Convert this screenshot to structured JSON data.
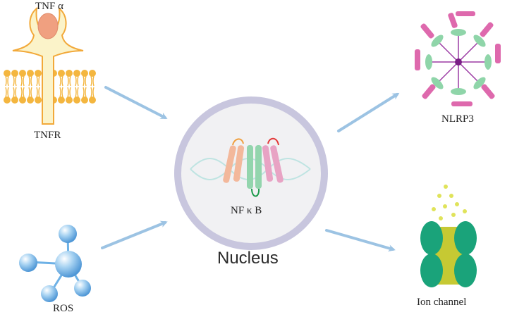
{
  "labels": {
    "tnf": "TNF α",
    "tnfr": "TNFR",
    "ros": "ROS",
    "nfkb": "NF κ B",
    "nucleus": "Nucleus",
    "nlrp3": "NLRP3",
    "ion_channel": "Ion channel"
  },
  "colors": {
    "arrow": "#9cc3e3",
    "membrane": "#f4b63f",
    "receptor_fill": "#fbf3c9",
    "receptor_stroke": "#f2a93a",
    "tnf_ligand": "#f0a080",
    "nucleus_ring": "#c8c6de",
    "nucleus_fill": "#f1f1f3",
    "nfkb_orange": "#f3b89b",
    "nfkb_green": "#93d5ad",
    "nfkb_pink": "#e8a3c4",
    "dna": "#bfe4e2",
    "nlrp3_pink": "#d9509f",
    "nlrp3_green": "#8fd5a9",
    "nlrp3_center": "#7a1f86",
    "ion_green": "#1aa37a",
    "ion_core": "#c6c933",
    "ion_dots": "#e0e35a",
    "ros_blue": "#6db1e6"
  }
}
